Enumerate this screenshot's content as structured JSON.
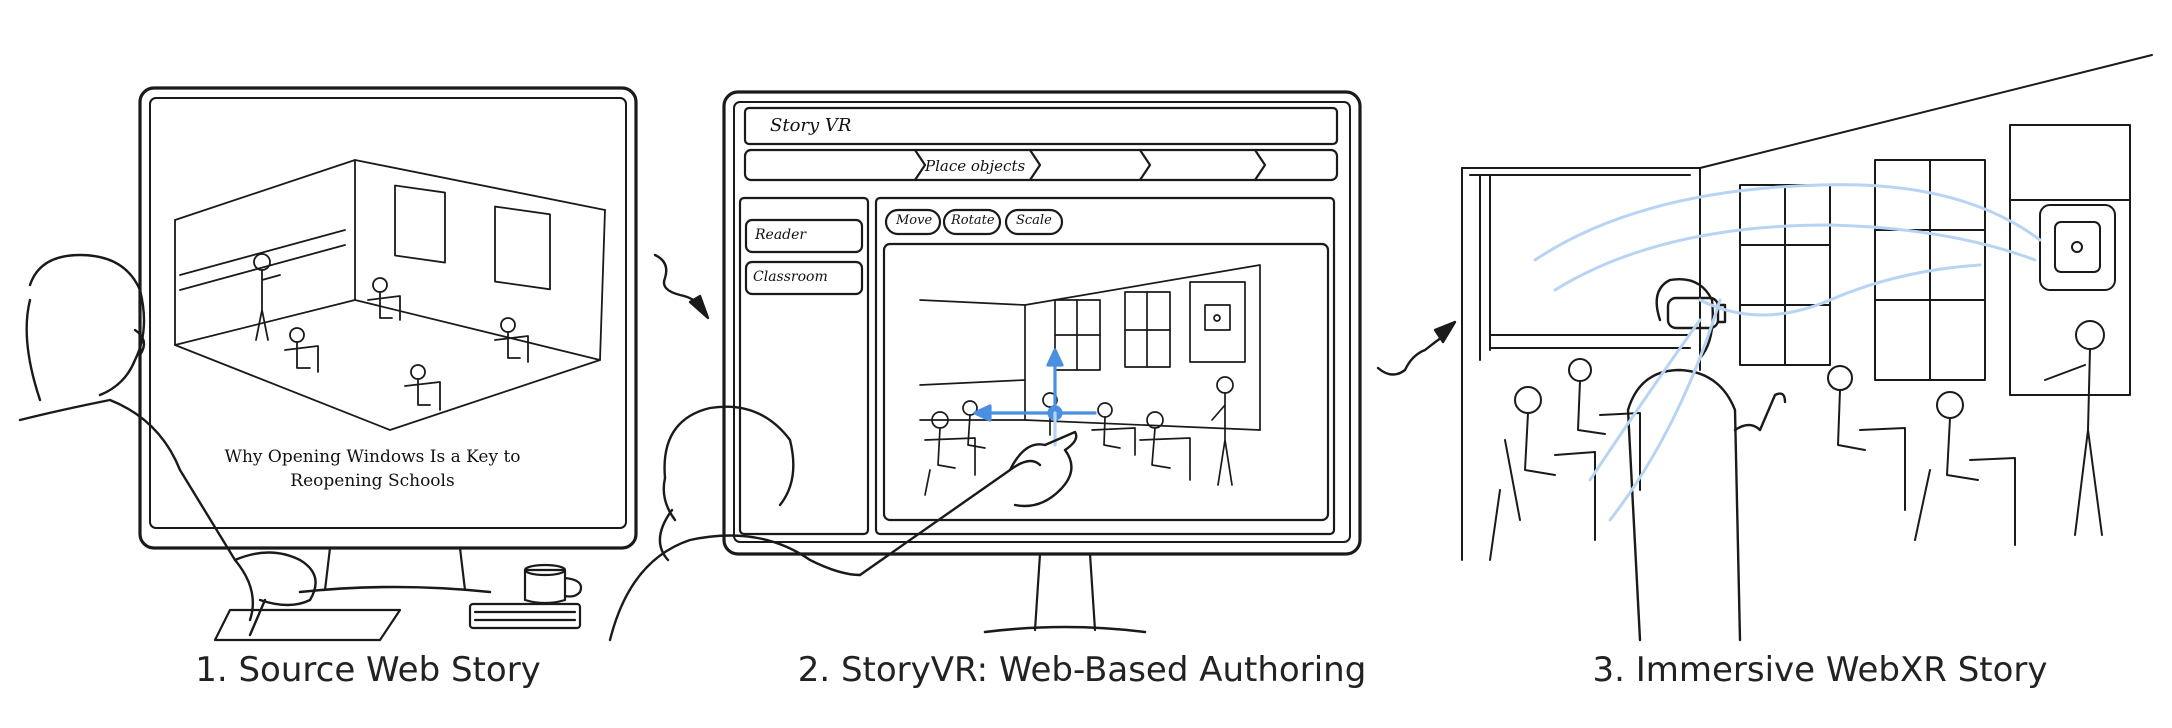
{
  "steps": [
    {
      "caption": "1. Source Web Story"
    },
    {
      "caption": "2. StoryVR: Web-Based Authoring"
    },
    {
      "caption": "3. Immersive WebXR Story"
    }
  ],
  "source_story": {
    "headline": "Why Opening Windows Is a Key to Reopening Schools"
  },
  "storyvr_app": {
    "title": "Story VR",
    "breadcrumb": [
      "Place objects",
      "",
      "",
      ""
    ],
    "sidebar": [
      "Reader",
      "Classroom"
    ],
    "tools": [
      "Move",
      "Rotate",
      "Scale"
    ]
  },
  "colors": {
    "ink": "#1a1a1a",
    "accent": "#4a8fe0",
    "accent_light": "#b8d4f5"
  }
}
